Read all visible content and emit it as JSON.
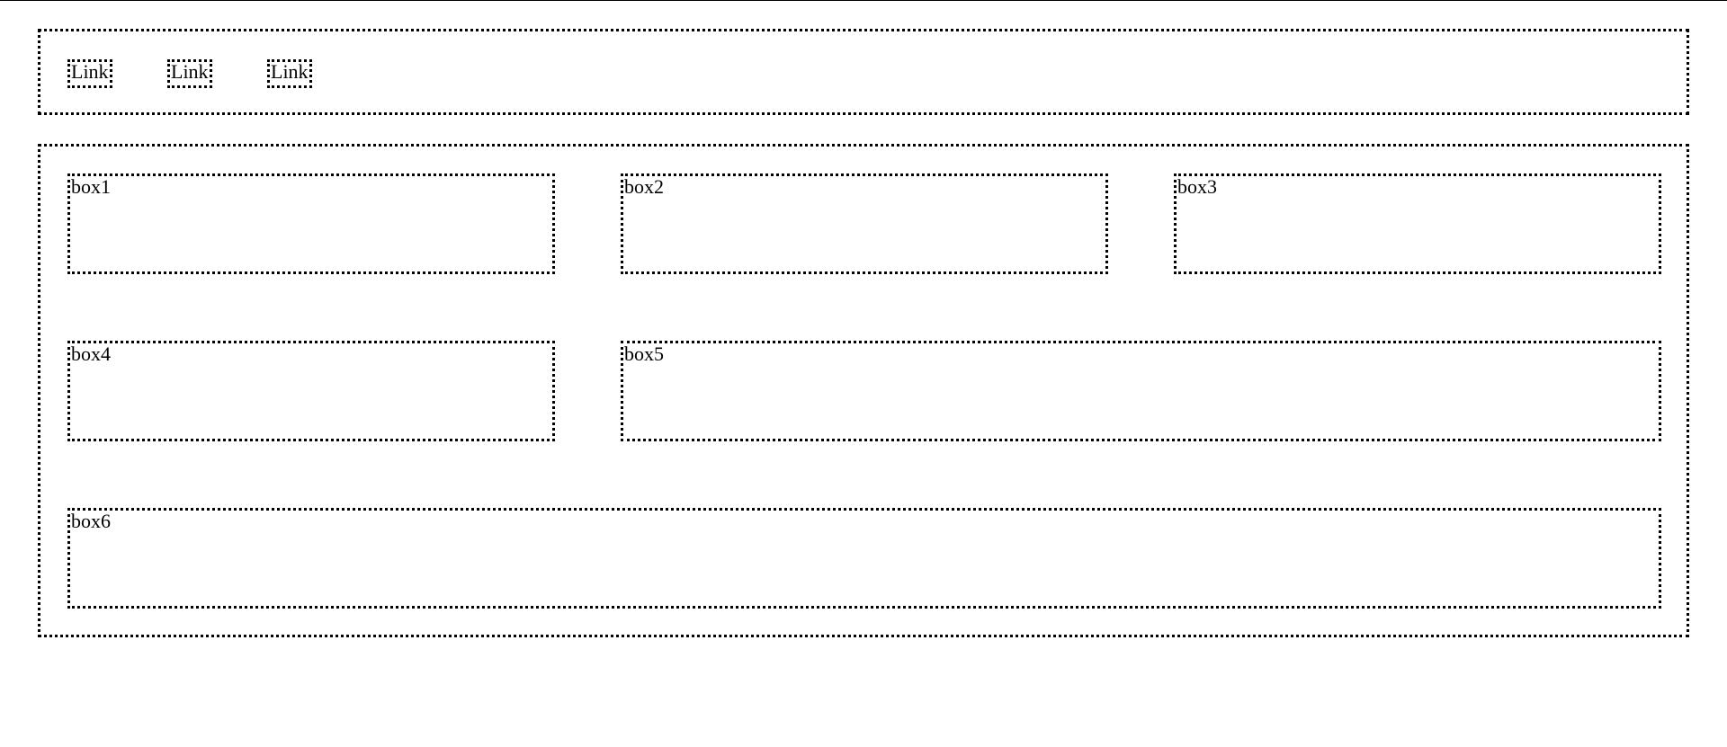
{
  "nav": {
    "links": [
      "Link",
      "Link",
      "Link"
    ]
  },
  "boxes": [
    "box1",
    "box2",
    "box3",
    "box4",
    "box5",
    "box6"
  ]
}
